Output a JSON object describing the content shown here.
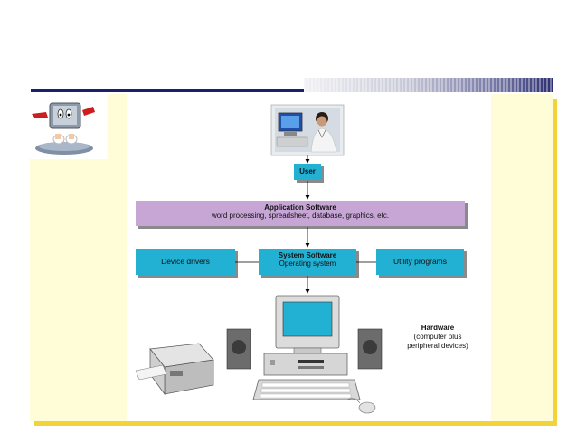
{
  "diagram": {
    "user": "User",
    "application": {
      "title": "Application Software",
      "subtitle": "word processing, spreadsheet, database, graphics, etc."
    },
    "system": {
      "title": "System Software",
      "subtitle": "Operating system"
    },
    "device_drivers": "Device drivers",
    "utility_programs": "Utility programs",
    "hardware": {
      "title": "Hardware",
      "description": "(computer plus\nperipheral devices)"
    }
  },
  "colors": {
    "box_teal": "#22b0d3",
    "box_lavender": "#c7a6d6",
    "frame_fill": "#fefdd7",
    "frame_shadow": "#f2d33a",
    "title_rule": "#1c1f6b"
  }
}
